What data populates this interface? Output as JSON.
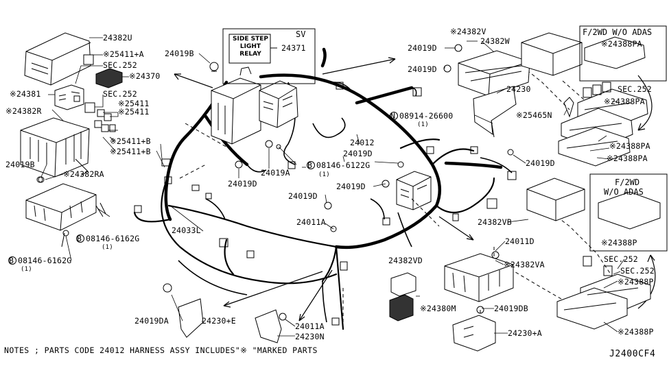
{
  "colors": {
    "ink": "#000000",
    "paper": "#ffffff"
  },
  "title_code": "J2400CF4",
  "notes": "NOTES ; PARTS CODE 24012 HARNESS ASSY INCLUDES\"※ \"MARKED PARTS",
  "callout_sv": {
    "header": "SV",
    "relay_lines": [
      "SIDE STEP",
      "LIGHT",
      "RELAY"
    ],
    "part": "24371"
  },
  "callout_adas_top": {
    "header": "F/2WD W/O ADAS",
    "part": "※24388PA"
  },
  "callout_adas_bottom": {
    "header_line1": "F/2WD",
    "header_line2": "W/O ADAS",
    "part": "※24388P"
  },
  "labels": {
    "p24382U": "24382U",
    "p25411A": "※25411+A",
    "sec252a": "SEC.252",
    "p24370": "※24370",
    "p24381": "※24381",
    "sec252b": "SEC.252",
    "p25411_1": "※25411",
    "p25411_2": "※25411",
    "p24382R": "※24382R",
    "p25411B_1": "※25411+B",
    "p25411B_2": "※25411+B",
    "p24019B_top": "24019B",
    "p24019B_left": "24019B",
    "p24382RA": "※24382RA",
    "b8146_6162G_a": "08146-6162G",
    "b8146_6162G_a_q": "(1)",
    "b8146_6162G_b": "08146-6162G",
    "b8146_6162G_b_q": "(1)",
    "p24033L": "24033L",
    "p24019D_a": "24019D",
    "p24019A": "24019A",
    "b8146_6122G": "08146-6122G",
    "b8146_6122G_q": "(1)",
    "p24012": "24012",
    "p24019D_b": "24019D",
    "p24019D_c": "24019D",
    "p24019D_d": "24019D",
    "p24011A_a": "24011A",
    "p24382V": "※24382V",
    "p24382W": "24382W",
    "p24019D_top1": "24019D",
    "p24019D_top2": "24019D",
    "p24230": "24230",
    "n8914_26600": "08914-26600",
    "n8914_26600_q": "(1)",
    "p25465N": "※25465N",
    "sec252c": "SEC.252",
    "p24388PA_1": "※24388PA",
    "p24388PA_2": "※24388PA",
    "p24388PA_3": "※24388PA",
    "p24019D_right": "24019D",
    "p24382VB": "24382VB",
    "p24011D": "24011D",
    "p24382VD": "24382VD",
    "p24382VA": "※24382VA",
    "p24380M": "※24380M",
    "p24019DB": "24019DB",
    "p24230A": "24230+A",
    "sec252d": "SEC.252",
    "sec252e": "SEC.252",
    "p24388P_1": "※24388P",
    "p24388P_2": "※24388P",
    "p24019DA": "24019DA",
    "p24230E": "24230+E",
    "p24011A_b": "24011A",
    "p24230N": "24230N",
    "circle_b": "B",
    "circle_n": "N"
  }
}
